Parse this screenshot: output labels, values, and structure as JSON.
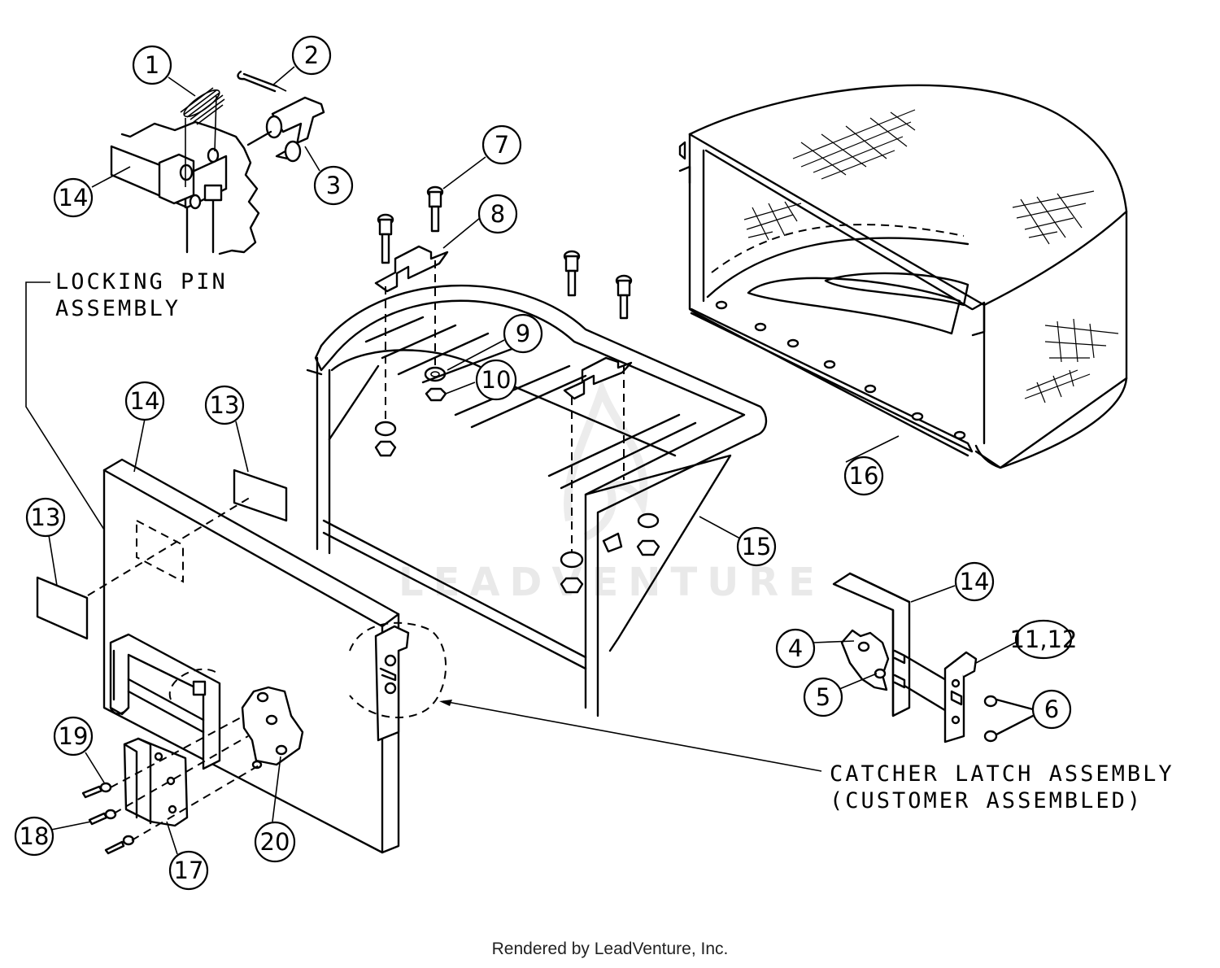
{
  "diagram": {
    "callouts": [
      {
        "id": "1",
        "label": "1"
      },
      {
        "id": "2",
        "label": "2"
      },
      {
        "id": "3",
        "label": "3"
      },
      {
        "id": "14a",
        "label": "14"
      },
      {
        "id": "7",
        "label": "7"
      },
      {
        "id": "8",
        "label": "8"
      },
      {
        "id": "9",
        "label": "9"
      },
      {
        "id": "10",
        "label": "10"
      },
      {
        "id": "14b",
        "label": "14"
      },
      {
        "id": "13a",
        "label": "13"
      },
      {
        "id": "13b",
        "label": "13"
      },
      {
        "id": "15",
        "label": "15"
      },
      {
        "id": "16",
        "label": "16"
      },
      {
        "id": "14c",
        "label": "14"
      },
      {
        "id": "4",
        "label": "4"
      },
      {
        "id": "11_12",
        "label": "11,12"
      },
      {
        "id": "5",
        "label": "5"
      },
      {
        "id": "6",
        "label": "6"
      },
      {
        "id": "19",
        "label": "19"
      },
      {
        "id": "18",
        "label": "18"
      },
      {
        "id": "17",
        "label": "17"
      },
      {
        "id": "20",
        "label": "20"
      }
    ],
    "labels": {
      "locking_pin_line1": "LOCKING PIN",
      "locking_pin_line2": "ASSEMBLY",
      "catcher_latch_line1": "CATCHER LATCH ASSEMBLY",
      "catcher_latch_line2": "(CUSTOMER ASSEMBLED)"
    },
    "watermark": "LEADVENTURE"
  },
  "footer": {
    "text": "Rendered by LeadVenture, Inc."
  }
}
